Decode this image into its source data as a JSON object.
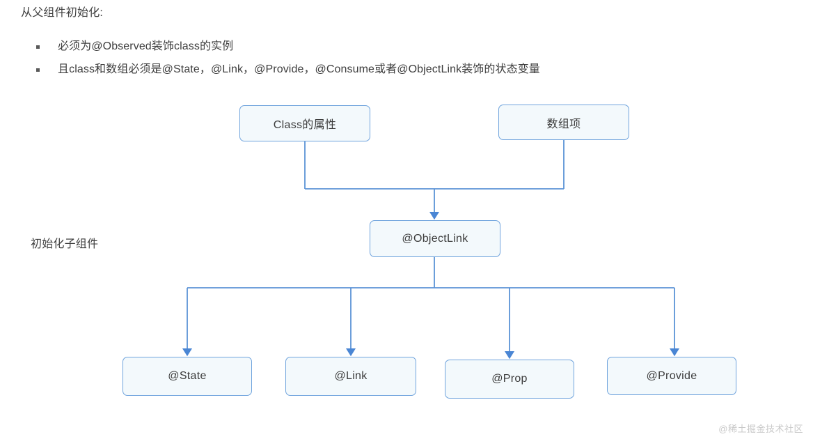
{
  "intro": {
    "title": "从父组件初始化:",
    "bullets": [
      "必须为@Observed装饰class的实例",
      "且class和数组必须是@State，@Link，@Provide，@Consume或者@ObjectLink装饰的状态变量"
    ]
  },
  "side_label": "初始化子组件",
  "diagram": {
    "type": "flowchart",
    "sources": [
      {
        "id": "class-prop",
        "label": "Class的属性"
      },
      {
        "id": "array-item",
        "label": "数组项"
      }
    ],
    "middle": {
      "id": "objectlink",
      "label": "@ObjectLink"
    },
    "targets": [
      {
        "id": "state",
        "label": "@State"
      },
      {
        "id": "link",
        "label": "@Link"
      },
      {
        "id": "prop",
        "label": "@Prop"
      },
      {
        "id": "provide",
        "label": "@Provide"
      }
    ],
    "colors": {
      "node_fill": "#f3f9fc",
      "node_border": "#6fa3dd",
      "connector": "#5b93d6",
      "arrow": "#4a86d4",
      "text": "#3c3c3c"
    }
  },
  "watermark": "@稀土掘金技术社区"
}
